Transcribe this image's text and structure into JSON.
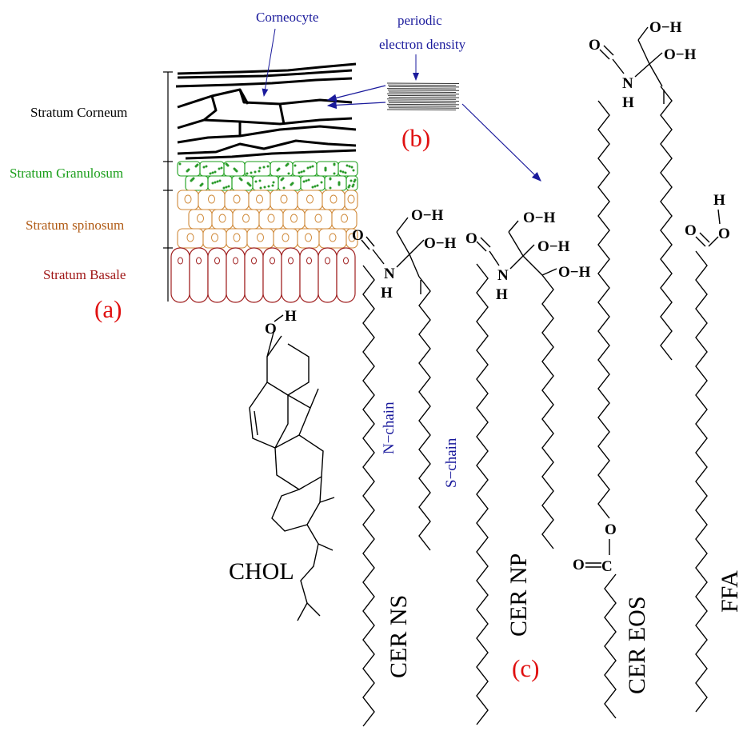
{
  "colors": {
    "blue": "#1a1a9c",
    "red": "#e01010",
    "green": "#1a9e1a",
    "orange": "#b05a14",
    "darkred": "#a01818",
    "black": "#000000",
    "granule": "#2a9a2a",
    "spinosum_stroke": "#d08a3a",
    "basale_stroke": "#a02020"
  },
  "skin": {
    "layers": [
      {
        "label": "Stratum Corneum",
        "color": "#000000"
      },
      {
        "label": "Stratum Granulosum",
        "color": "#1a9e1a"
      },
      {
        "label": "Stratum spinosum",
        "color": "#b05a14"
      },
      {
        "label": "Stratum Basale",
        "color": "#a01818"
      }
    ],
    "corneocyte_label": "Corneocyte",
    "panel_label": "(a)"
  },
  "lamellae": {
    "label_line1": "periodic",
    "label_line2": "electron density",
    "panel_label": "(b)"
  },
  "molecules": {
    "chol": "CHOL",
    "cer_ns": "CER NS",
    "cer_np": "CER NP",
    "cer_eos": "CER EOS",
    "ffa": "FFA",
    "n_chain": "N−chain",
    "s_chain": "S−chain",
    "panel_label": "(c)"
  },
  "atoms": {
    "O": "O",
    "H": "H",
    "N": "N",
    "C": "C",
    "OH": "O−H",
    "OH_H": "O−H",
    "HO": "H",
    "O_double": "O",
    "O_eq_C": "O═C"
  }
}
